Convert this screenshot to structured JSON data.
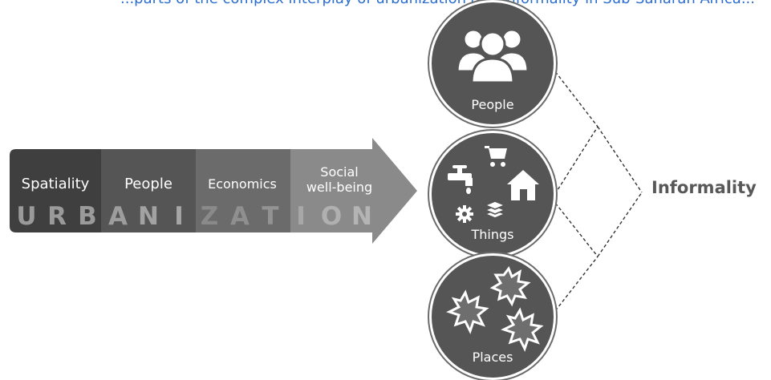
{
  "caption": "...parts of the complex interplay of urbanization and informality in Sub-Saharan Africa...",
  "arrow": {
    "segments": [
      {
        "label": "Spatiality",
        "color": "#3f3f3f"
      },
      {
        "label": "People",
        "color": "#555555"
      },
      {
        "label": "Economics",
        "color": "#6b6b6b"
      },
      {
        "label_line1": "Social",
        "label_line2": "well-being",
        "color": "#8a8a8a"
      }
    ],
    "word_letters": [
      "U",
      "R",
      "B",
      "A",
      "N",
      "I",
      "Z",
      "A",
      "T",
      "I",
      "O",
      "N"
    ]
  },
  "circles": {
    "people": {
      "label": "People",
      "icon": "people-group-icon"
    },
    "things": {
      "label": "Things",
      "icons": [
        "shopping-cart-icon",
        "water-tap-icon",
        "house-icon",
        "gear-icon",
        "layers-icon"
      ]
    },
    "places": {
      "label": "Places",
      "icon": "splat-blobs-icon"
    }
  },
  "informality_label": "Informality"
}
